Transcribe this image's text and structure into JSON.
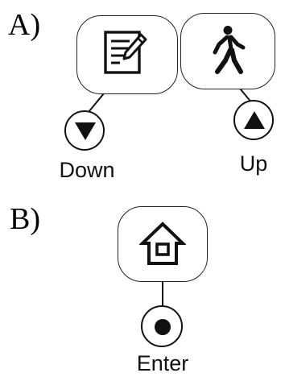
{
  "panels": {
    "a_label": "A)",
    "b_label": "B)"
  },
  "buttons": {
    "notes_icon": "notepad-pencil-icon",
    "walk_icon": "walking-person-icon",
    "home_icon": "home-icon",
    "down_label": "Down",
    "up_label": "Up",
    "enter_label": "Enter",
    "down_symbol": "triangle-down",
    "up_symbol": "triangle-up",
    "enter_symbol": "dot"
  }
}
